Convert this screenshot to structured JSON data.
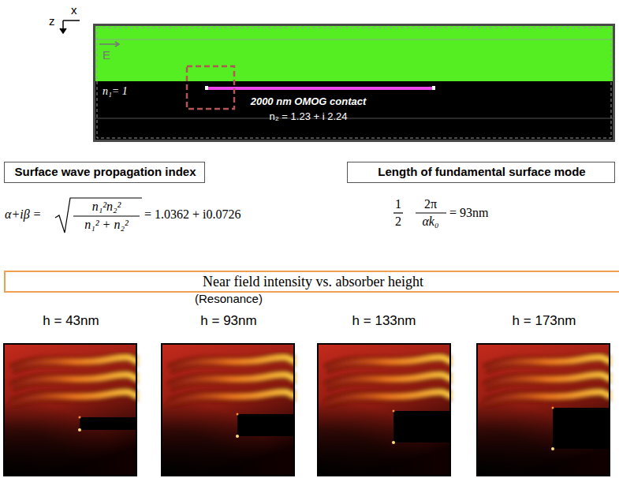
{
  "diagram": {
    "nodes": [
      {
        "text": [
          "E",
          "n₁= 1",
          "2000 nm OMOG contact",
          "n₂ = 1.23 + i 2.24"
        ]
      },
      {
        "text": [
          "Surface wave propagation index"
        ]
      },
      {
        "text": [
          "Length of fundamental surface mode"
        ]
      },
      {
        "text": [
          "Near field intensity vs. absorber height"
        ]
      }
    ],
    "labels": [
      "x",
      "z",
      "α+iβ =",
      "n₁²n₂²",
      "n₁² + n₂²",
      "= 1.0362 + i0.0726",
      "1",
      "2",
      "2π",
      "αk₀",
      "= 93nm",
      "(Resonance)",
      "h = 43nm",
      "h = 93nm",
      "h = 133nm",
      "h = 173nm"
    ]
  }
}
